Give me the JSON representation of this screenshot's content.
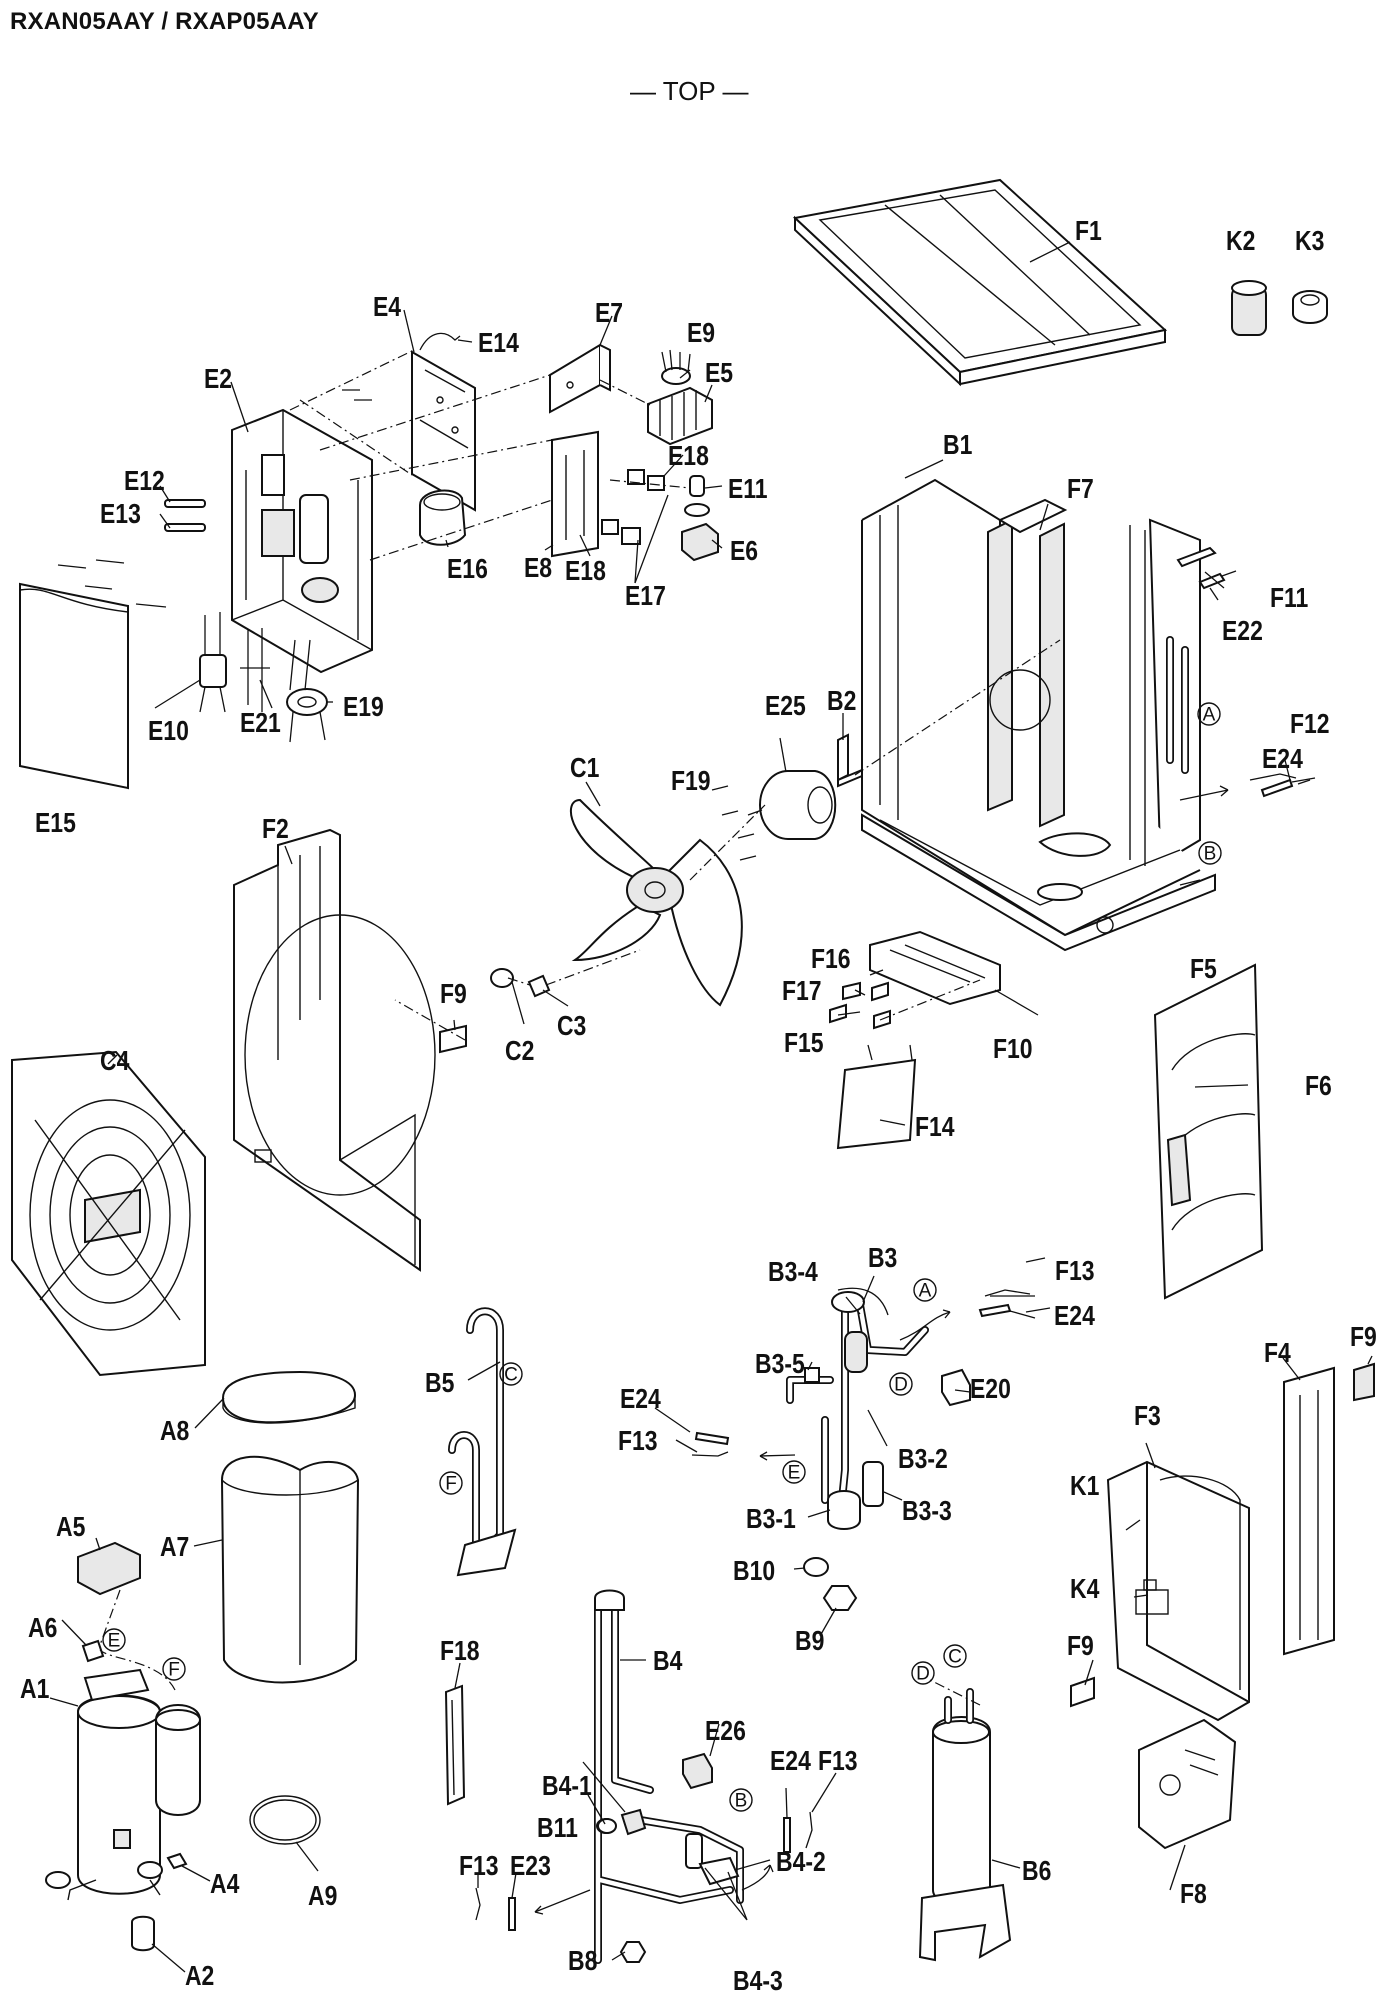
{
  "header": {
    "model": "RXAN05AAY / RXAP05AAY",
    "view": "— TOP —"
  },
  "parts": [
    "A1",
    "A2",
    "A4",
    "A5",
    "A6",
    "A7",
    "A8",
    "A9",
    "B1",
    "B2",
    "B3",
    "B3-1",
    "B3-2",
    "B3-3",
    "B3-4",
    "B3-5",
    "B4",
    "B4-1",
    "B4-2",
    "B4-3",
    "B5",
    "B6",
    "B8",
    "B9",
    "B10",
    "B11",
    "C1",
    "C2",
    "C3",
    "C4",
    "E2",
    "E4",
    "E5",
    "E6",
    "E7",
    "E8",
    "E9",
    "E10",
    "E11",
    "E12",
    "E13",
    "E14",
    "E15",
    "E16",
    "E17",
    "E18",
    "E19",
    "E20",
    "E21",
    "E22",
    "E23",
    "E24",
    "E25",
    "E26",
    "F1",
    "F2",
    "F3",
    "F4",
    "F5",
    "F6",
    "F7",
    "F8",
    "F9",
    "F10",
    "F11",
    "F12",
    "F13",
    "F14",
    "F15",
    "F16",
    "F17",
    "F18",
    "F19",
    "K1",
    "K2",
    "K3",
    "K4"
  ],
  "connections": [
    "A",
    "B",
    "C",
    "D",
    "E",
    "F"
  ]
}
